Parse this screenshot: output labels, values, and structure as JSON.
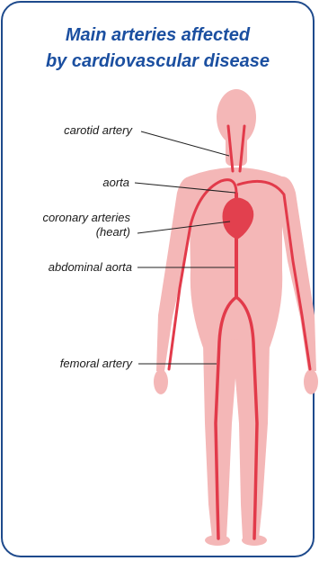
{
  "title": {
    "line1": "Main arteries affected",
    "line2": "by cardiovascular disease"
  },
  "labels": {
    "carotid": "carotid artery",
    "aorta": "aorta",
    "coronary_line1": "coronary arteries",
    "coronary_line2": "(heart)",
    "abdominal": "abdominal aorta",
    "femoral": "femoral artery"
  },
  "colors": {
    "border": "#1e4a8c",
    "title": "#1b4fa0",
    "body": "#f4b7b7",
    "artery": "#e23a4a",
    "heart": "#e2404e"
  }
}
